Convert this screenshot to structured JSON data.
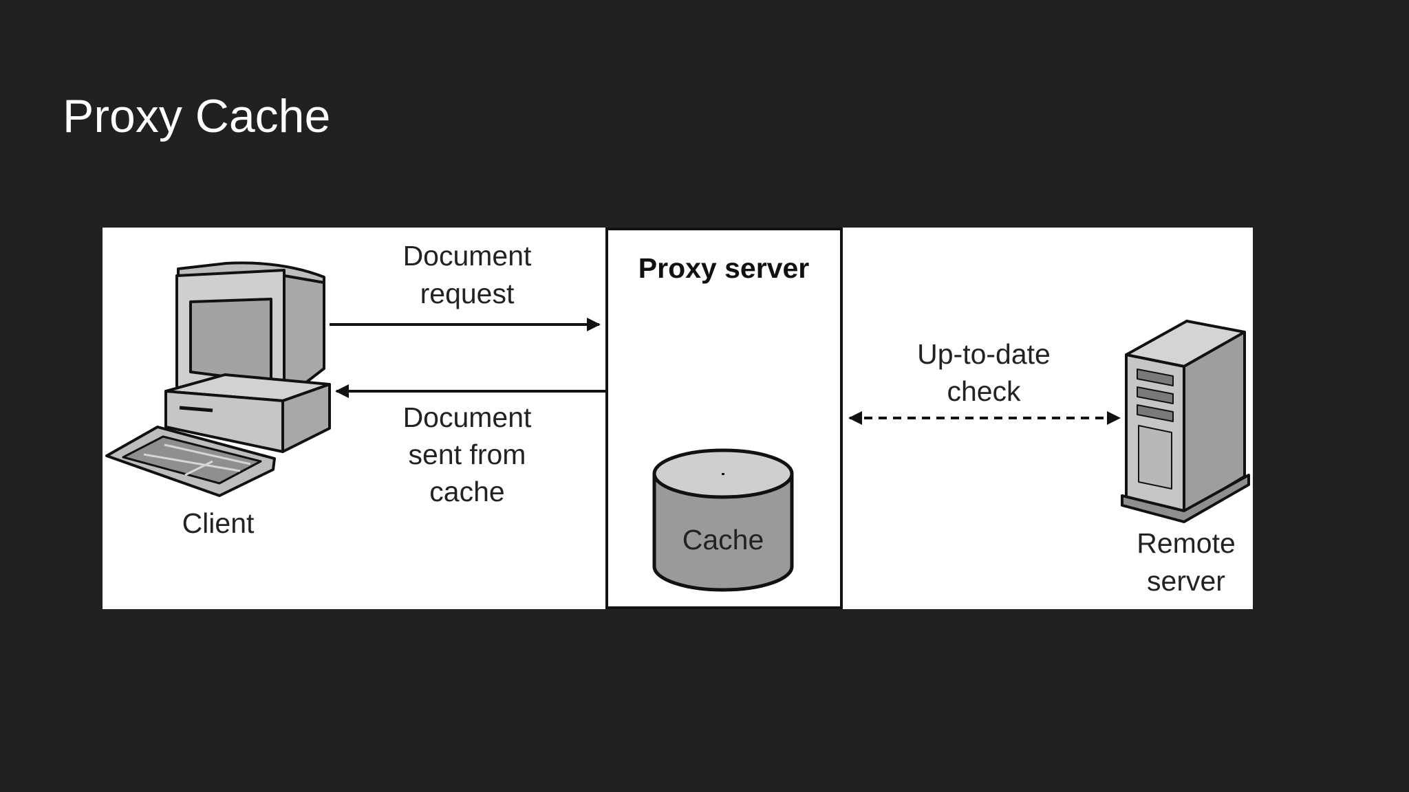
{
  "slide": {
    "title": "Proxy Cache"
  },
  "diagram": {
    "client_label": "Client",
    "request_label": [
      "Document",
      "request"
    ],
    "sent_from_cache_label": [
      "Document",
      "sent from",
      "cache"
    ],
    "proxy_label": "Proxy server",
    "cache_label": "Cache",
    "check_label": [
      "Up-to-date",
      "check"
    ],
    "remote_label": [
      "Remote",
      "server"
    ]
  }
}
